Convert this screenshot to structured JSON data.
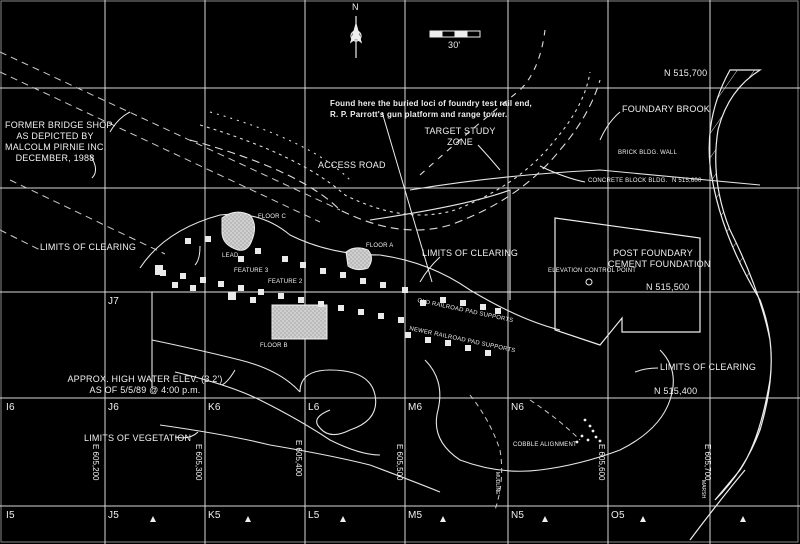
{
  "map": {
    "north_symbol": "N",
    "scale_label": "30'"
  },
  "annotations": {
    "bridge_shop": [
      "FORMER BRIDGE SHOP",
      "AS DEPICTED BY",
      "MALCOLM PIRNIE INC.",
      "DECEMBER, 1988"
    ],
    "found_here": [
      "Found here the buried loci of foundry test rail end,",
      "R. P. Parrott's gun platform and range tower."
    ],
    "target_study": [
      "TARGET STUDY",
      "ZONE"
    ],
    "foundary_brook": "FOUNDARY BROOK",
    "access_road": "ACCESS ROAD",
    "brick_bldg_wall": "BRICK BLDG. WALL",
    "concrete_block_bldg": "CONCRETE BLOCK BLDG.",
    "n_515600": "N 515,600",
    "limits_clearing_left": "LIMITS OF CLEARING",
    "limits_clearing_center": "LIMITS OF CLEARING",
    "limits_clearing_right": "LIMITS OF CLEARING",
    "floor_c": "FLOOR C",
    "floor_a": "FLOOR A",
    "floor_b": "FLOOR B",
    "lead": "LEAD",
    "feature_3": "FEATURE 3",
    "feature_2": "FEATURE 2",
    "old_railroad": "OLD RAILROAD PAD SUPPORTS",
    "newer_railroad": "NEWER RAILROAD PAD SUPPORTS",
    "elevation_control": "ELEVATION CONTROL POINT",
    "post_foundary": [
      "POST FOUNDARY",
      "CEMENT FOUNDATION"
    ],
    "high_water": [
      "APPROX. HIGH WATER ELEV. (3.2')",
      "AS OF 5/5/89 @ 4:00 p.m."
    ],
    "limits_vegetation": "LIMITS OF VEGETATION",
    "cobble_alignment": "COBBLE ALIGNMENT",
    "mudline": "MUDLINE",
    "marsh": "MARSH"
  },
  "northings": {
    "n515700": "N 515,700",
    "n515500": "N 515,500",
    "n515400": "N 515,400"
  },
  "eastings": {
    "e605200": "E 605,200",
    "e605300": "E 605,300",
    "e605400": "E 605,400",
    "e605500": "E 605,500",
    "e605600": "E 605,600",
    "e605700": "E 605,700"
  },
  "grid_cells": {
    "j7": "J7",
    "i6": "I6",
    "j6": "J6",
    "k6": "K6",
    "l6": "L6",
    "m6": "M6",
    "n6": "N6",
    "i5": "I5",
    "j5": "J5",
    "k5": "K5",
    "l5": "L5",
    "m5": "M5",
    "n5": "N5",
    "o5": "O5"
  }
}
